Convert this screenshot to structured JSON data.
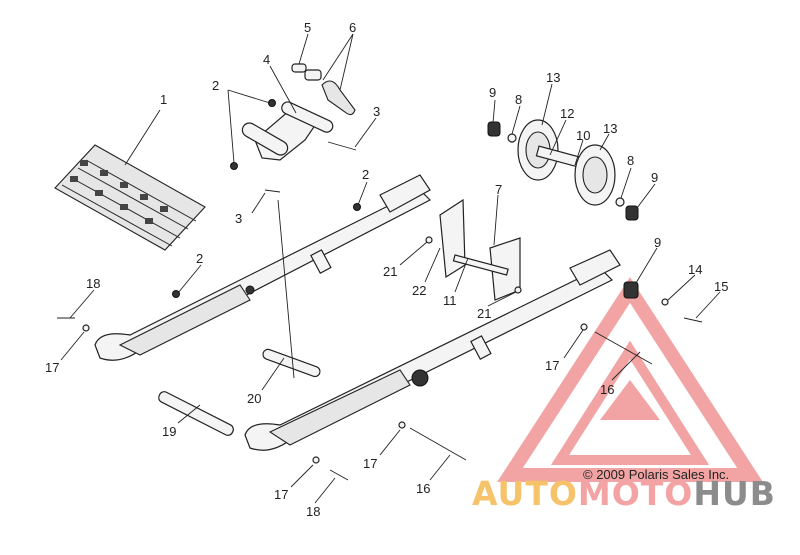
{
  "callouts": [
    {
      "id": "c1",
      "text": "1"
    },
    {
      "id": "c2a",
      "text": "2"
    },
    {
      "id": "c2b",
      "text": "2"
    },
    {
      "id": "c2c",
      "text": "2"
    },
    {
      "id": "c3a",
      "text": "3"
    },
    {
      "id": "c3b",
      "text": "3"
    },
    {
      "id": "c4",
      "text": "4"
    },
    {
      "id": "c5",
      "text": "5"
    },
    {
      "id": "c6",
      "text": "6"
    },
    {
      "id": "c7",
      "text": "7"
    },
    {
      "id": "c8a",
      "text": "8"
    },
    {
      "id": "c8b",
      "text": "8"
    },
    {
      "id": "c9a",
      "text": "9"
    },
    {
      "id": "c9b",
      "text": "9"
    },
    {
      "id": "c9c",
      "text": "9"
    },
    {
      "id": "c10",
      "text": "10"
    },
    {
      "id": "c11",
      "text": "11"
    },
    {
      "id": "c12",
      "text": "12"
    },
    {
      "id": "c13a",
      "text": "13"
    },
    {
      "id": "c13b",
      "text": "13"
    },
    {
      "id": "c14",
      "text": "14"
    },
    {
      "id": "c15",
      "text": "15"
    },
    {
      "id": "c16a",
      "text": "16"
    },
    {
      "id": "c16b",
      "text": "16"
    },
    {
      "id": "c17a",
      "text": "17"
    },
    {
      "id": "c17b",
      "text": "17"
    },
    {
      "id": "c17c",
      "text": "17"
    },
    {
      "id": "c17d",
      "text": "17"
    },
    {
      "id": "c18a",
      "text": "18"
    },
    {
      "id": "c18b",
      "text": "18"
    },
    {
      "id": "c19",
      "text": "19"
    },
    {
      "id": "c20",
      "text": "20"
    },
    {
      "id": "c21a",
      "text": "21"
    },
    {
      "id": "c21b",
      "text": "21"
    },
    {
      "id": "c22",
      "text": "22"
    }
  ],
  "copyright": "© 2009 Polaris Sales Inc.",
  "watermark": {
    "auto": "AUTO",
    "moto": "MOTO",
    "hub": "HUB"
  }
}
